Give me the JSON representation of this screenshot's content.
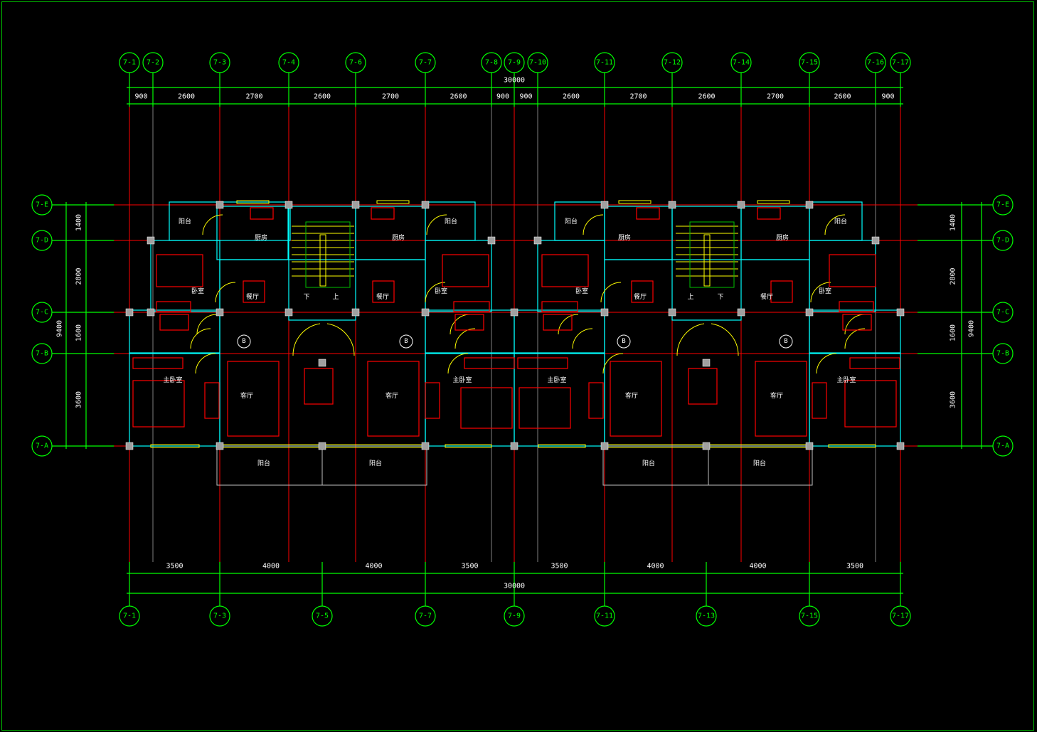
{
  "drawing": {
    "top_axes": [
      "7-1",
      "7-2",
      "7-3",
      "7-4",
      "7-6",
      "7-7",
      "7-8",
      "7-9",
      "7-10",
      "7-11",
      "7-12",
      "7-14",
      "7-15",
      "7-16",
      "7-17"
    ],
    "bottom_axes": [
      "7-1",
      "7-3",
      "7-5",
      "7-7",
      "7-9",
      "7-11",
      "7-13",
      "7-15",
      "7-17"
    ],
    "row_axes": [
      "7-E",
      "7-D",
      "7-C",
      "7-B",
      "7-A"
    ],
    "top_dims": [
      "900",
      "2600",
      "2700",
      "2600",
      "2700",
      "2600",
      "900",
      "900",
      "2600",
      "2700",
      "2600",
      "2700",
      "2600",
      "900"
    ],
    "top_total": "30000",
    "bottom_dims": [
      "3500",
      "4000",
      "4000",
      "3500",
      "3500",
      "4000",
      "4000",
      "3500"
    ],
    "bottom_total": "30000",
    "side_dims": [
      "1400",
      "2800",
      "1600",
      "3600"
    ],
    "side_total": "9400",
    "unit_tag": "B",
    "rooms": [
      "阳台",
      "阳台",
      "阳台",
      "阳台",
      "厨房",
      "厨房",
      "厨房",
      "厨房",
      "卧室",
      "卧室",
      "卧室",
      "卧室",
      "餐厅",
      "餐厅",
      "餐厅",
      "餐厅",
      "主卧室",
      "主卧室",
      "主卧室",
      "主卧室",
      "客厅",
      "客厅",
      "客厅",
      "客厅",
      "阳台",
      "阳台",
      "阳台",
      "阳台",
      "下",
      "上",
      "上",
      "下"
    ]
  },
  "colors": {
    "axis": "#00ff00",
    "wall": "#00ffff",
    "furniture": "#ff0000",
    "window": "#ffff00",
    "column": "#a0a0a0"
  }
}
